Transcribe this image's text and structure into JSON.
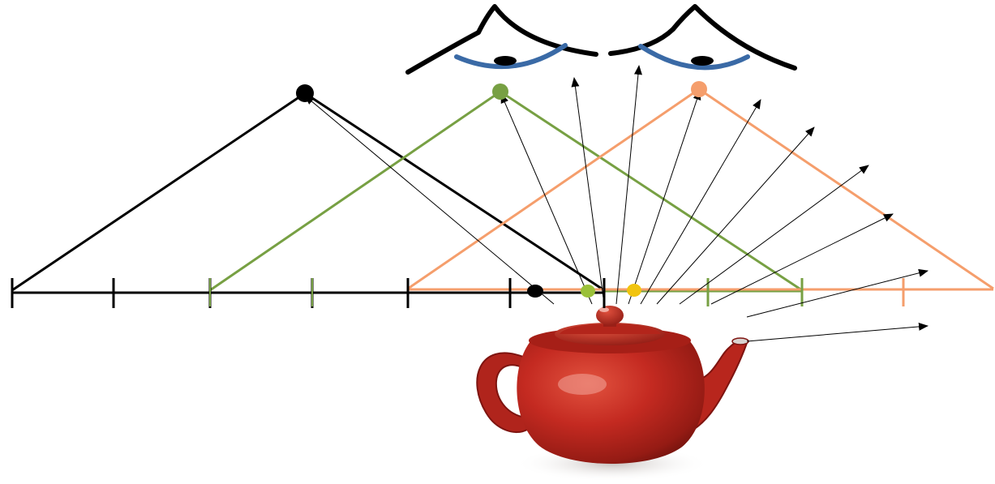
{
  "colors": {
    "background": "#ffffff",
    "projection_black": "#000000",
    "projection_green": "#77a043",
    "projection_orange": "#f59e6c",
    "eye_outline": "#000000",
    "eye_lid": "#3a6aa6",
    "pupil": "#000000",
    "point_green": "#9bc13a",
    "point_yellow": "#f1c40f",
    "teapot_body": "#c42a21",
    "teapot_dark": "#7e1410",
    "teapot_highlight": "#f3a59b"
  },
  "icons": {
    "left_eye": "eye-icon",
    "right_eye": "eye-icon",
    "teapot": "teapot-icon",
    "light_rays": "arrow-icon"
  },
  "diagram": {
    "eyes": [
      "left-eye",
      "right-eye"
    ],
    "projection_centers": [
      "black",
      "green",
      "orange"
    ],
    "scale_ticks": {
      "black": 7,
      "green": 6,
      "orange": 6
    },
    "ray_count": 11
  }
}
